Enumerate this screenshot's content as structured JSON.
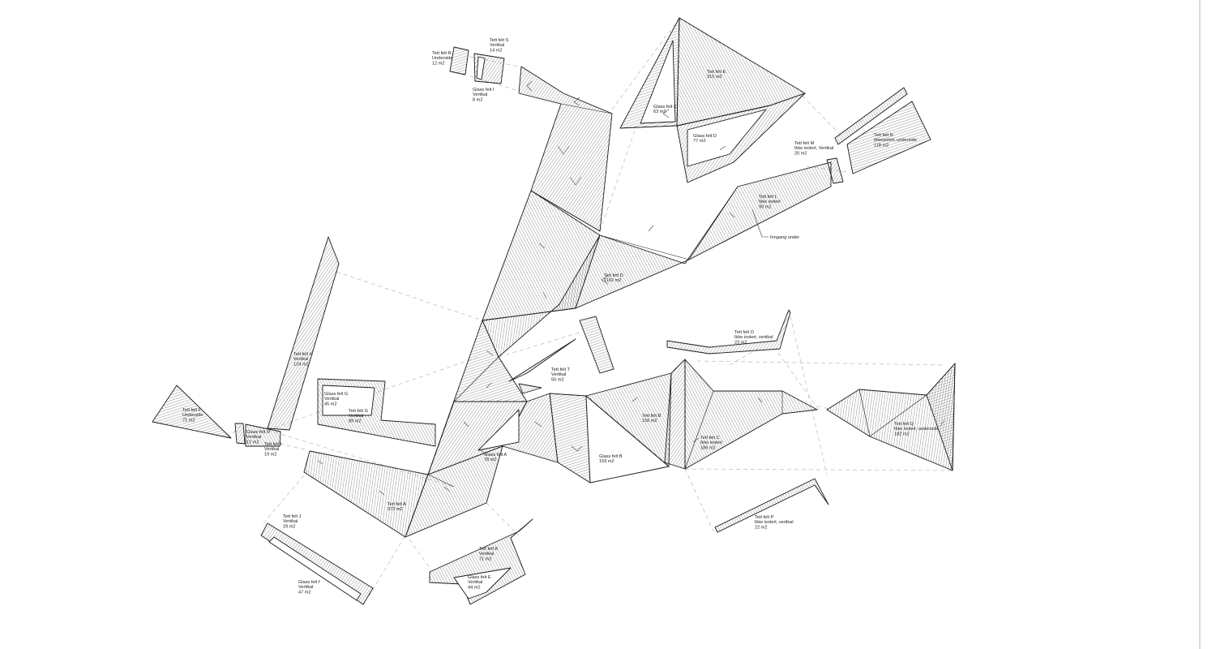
{
  "labels": {
    "tett_r": [
      "Tett felt R",
      "Underside",
      "12 m2"
    ],
    "tett_s": [
      "Tett felt S",
      "Vertikal",
      "14 m2"
    ],
    "glass_i": [
      "Glass felt I",
      "Vertikal",
      "8 m2"
    ],
    "tett_e": [
      "Tett felt E",
      "310 m2"
    ],
    "glass_c": [
      "Glass felt C",
      "63 m2"
    ],
    "glass_d": [
      "Glass felt D",
      "77 m2"
    ],
    "tett_m": [
      "Tett felt M",
      "Ikke isolert, Vertikal",
      "20 m2"
    ],
    "tett_n": [
      "Tett felt N",
      "Ikkeisolert, underside",
      "118 m2"
    ],
    "tett_l": [
      "Tett felt L",
      "Ikke isolert",
      "90 m2"
    ],
    "inngang": [
      "Inngang under"
    ],
    "tett_d": [
      "Tett felt D",
      "1102 m2"
    ],
    "tett_o": [
      "Tett felt O",
      "Ikke isolert, vertikal",
      "23 m2"
    ],
    "tett_h": [
      "Tett felt H",
      "Vertikal",
      "124 m2"
    ],
    "tett_t": [
      "Tett felt T",
      "Vertikal",
      "50 m2"
    ],
    "glass_g": [
      "Glass felt G",
      "Vertikal",
      "45 m2"
    ],
    "tett_g": [
      "Tett felt G",
      "Vertikal",
      "89 m2"
    ],
    "tett_f": [
      "Tett felt F",
      "Underside",
      "71 m2"
    ],
    "glass_h": [
      "Glass felt H",
      "Vertikal",
      "12 m2"
    ],
    "tett_i": [
      "Tett felt I",
      "Vertikal",
      "19 m2"
    ],
    "tett_b": [
      "Tett felt B",
      "156 m2"
    ],
    "tett_c": [
      "Tett felt C",
      "Ikke isolert",
      "186 m2"
    ],
    "glass_a": [
      "Glass felt A",
      "78 m2"
    ],
    "glass_b": [
      "Glass felt B",
      "159 m2"
    ],
    "tett_q": [
      "Tett felt Q",
      "Ikke isolert, underside",
      "182 m2"
    ],
    "tett_a": [
      "Tett felt A",
      "372 m2"
    ],
    "tett_j": [
      "Tett felt J",
      "Vertikal",
      "29 m2"
    ],
    "tett_p": [
      "Tett felt P",
      "Ikke isolert, vertikal",
      "22 m2"
    ],
    "tett_k": [
      "Tett felt K",
      "Vertikal",
      "71 m2"
    ],
    "glass_e": [
      "Glass felt E",
      "Vertikal",
      "44 m2"
    ],
    "glass_f": [
      "Glass felt f",
      "Vertikal",
      "47 m2"
    ]
  },
  "colors": {
    "hatch": "#3a3a3a",
    "line": "#1a1a1a",
    "guide": "#b9b9b9",
    "background": "#ffffff"
  }
}
